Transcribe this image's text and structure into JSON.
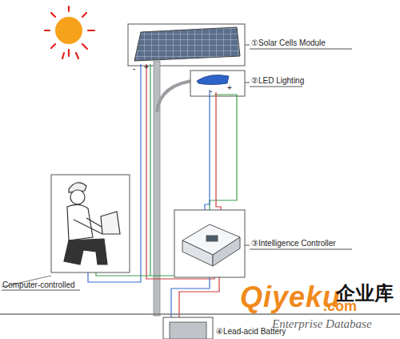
{
  "diagram": {
    "labels": [
      "①Solar Cells Module",
      "②LED Lighting",
      "③Intelligence Controller",
      "④Lead-acid Battery",
      "Computer-controlled",
      "-",
      "+",
      "-",
      "+",
      "Qiyeku",
      ".com",
      "企业库",
      "Enterprise Database"
    ]
  }
}
